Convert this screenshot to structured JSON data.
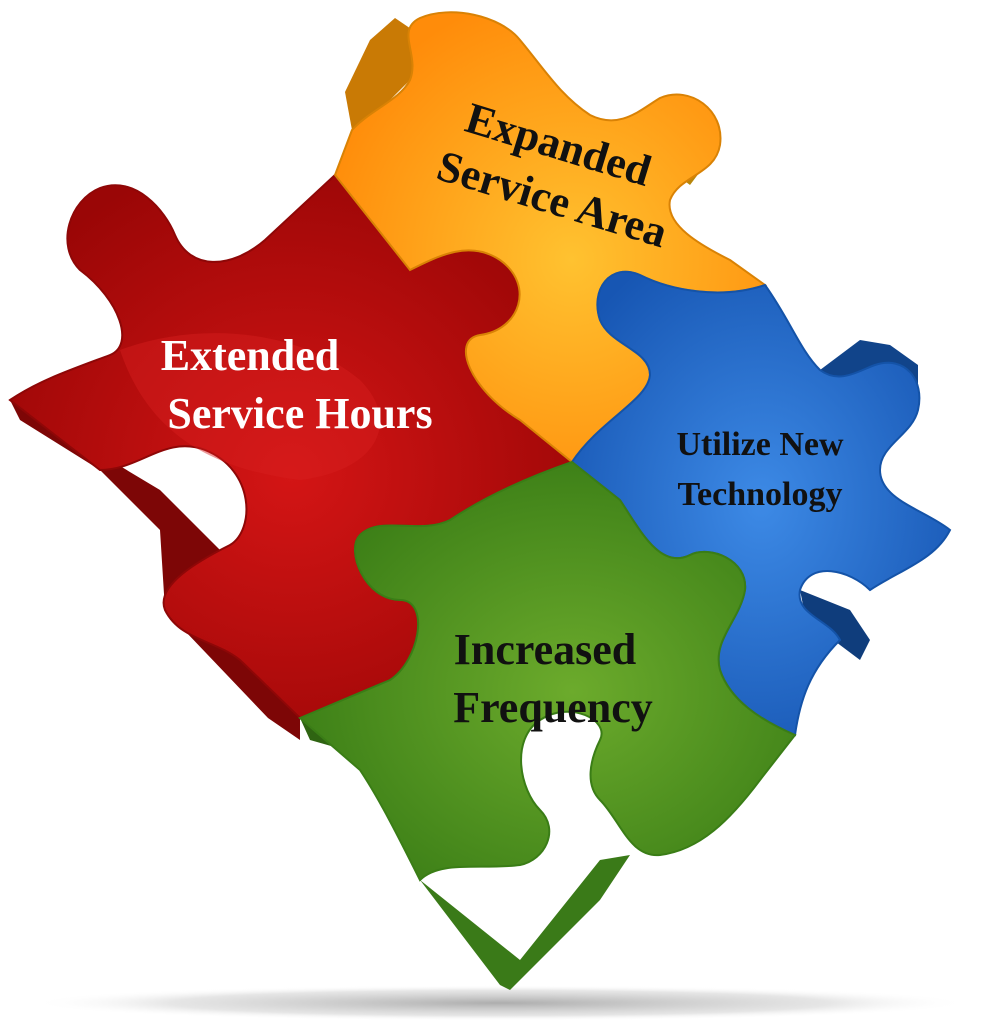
{
  "pieces": [
    {
      "id": "expanded-service-area",
      "lines": [
        "Expanded",
        "Service Area"
      ],
      "color": "#ff9f10",
      "highlight": "#ffc230",
      "side": "#c97a05",
      "text_color": "#111111"
    },
    {
      "id": "extended-service-hours",
      "lines": [
        "Extended",
        "Service Hours"
      ],
      "color": "#b80a0a",
      "highlight": "#d41515",
      "side": "#7d0606",
      "text_color": "#ffffff"
    },
    {
      "id": "utilize-new-technology",
      "lines": [
        "Utilize New",
        "Technology"
      ],
      "color": "#1e6fd0",
      "highlight": "#3d8ae6",
      "side": "#11448a",
      "text_color": "#111111"
    },
    {
      "id": "increased-frequency",
      "lines": [
        "Increased",
        "Frequency"
      ],
      "color": "#4c9320",
      "highlight": "#6cab2c",
      "side": "#2f6412",
      "text_color": "#111111"
    }
  ]
}
